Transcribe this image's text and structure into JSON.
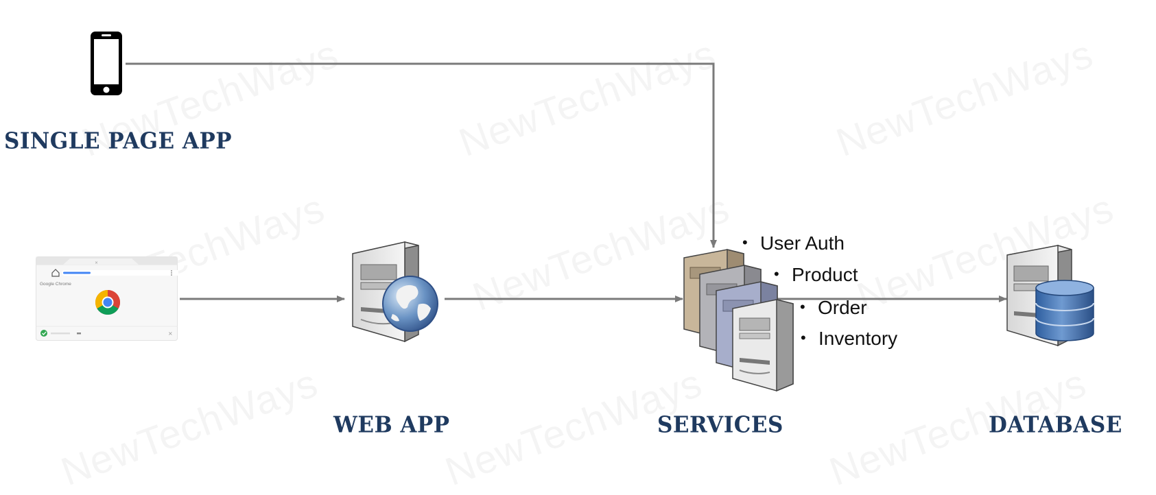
{
  "watermark_text": "NewTechWays",
  "nodes": {
    "spa": {
      "label": "SINGLE PAGE APP",
      "icon": "smartphone-icon"
    },
    "browser": {
      "brand": "Google Chrome",
      "icon": "browser-window-icon"
    },
    "webapp": {
      "label": "WEB APP",
      "icon": "web-server-globe-icon"
    },
    "services": {
      "label": "SERVICES",
      "icon": "server-cluster-icon",
      "items": [
        "User Auth",
        "Product",
        "Order",
        "Inventory"
      ]
    },
    "database": {
      "label": "DATABASE",
      "icon": "database-server-icon"
    }
  },
  "colors": {
    "label": "#1f3a5f",
    "arrow": "#7a7a7a"
  }
}
